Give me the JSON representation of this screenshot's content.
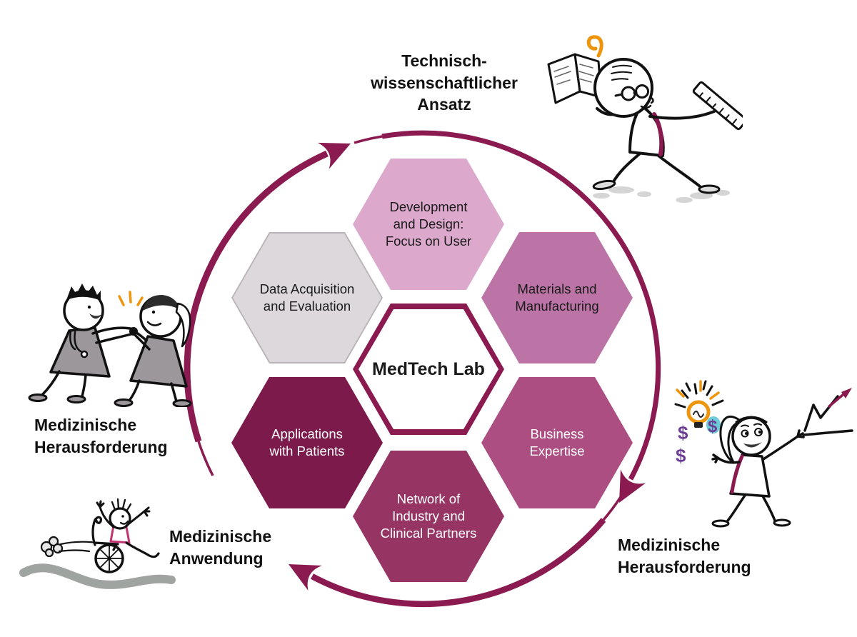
{
  "colors": {
    "accent": "#8B1A51",
    "orange": "#EF940D",
    "figure_gray": "#9B979B",
    "hex_development": "#DCA9CC",
    "hex_data": "#DDD8DB",
    "hex_data_border": "#B9B2B6",
    "hex_materials": "#BC74A6",
    "hex_applications": "#7C1B4B",
    "hex_business": "#AD4E83",
    "hex_network": "#963463",
    "hex_medtech_fill": "#FFFFFF",
    "text_dark": "#1A1A1A",
    "text_light": "#FFFFFF"
  },
  "center": {
    "label": "MedTech Lab"
  },
  "hexagons": [
    {
      "id": "data-acquisition",
      "label": "Data Acquisition\nand Evaluation"
    },
    {
      "id": "development-design",
      "label": "Development\nand Design:\nFocus on User"
    },
    {
      "id": "materials-manufacturing",
      "label": "Materials and\nManufacturing"
    },
    {
      "id": "applications-patients",
      "label": "Applications\nwith Patients"
    },
    {
      "id": "business-expertise",
      "label": "Business\nExpertise"
    },
    {
      "id": "network-partners",
      "label": "Network of\nIndustry and\nClinical Partners"
    }
  ],
  "outer_labels": {
    "top": "Technisch-\nwissenschaftlicher\nAnsatz",
    "left": "Medizinische\nHerausforderung",
    "bottom_left": "Medizinische\nAnwendung",
    "bottom_right": "Medizinische\nHerausforderung"
  },
  "figures": {
    "top_right": "scientist-reading-figure",
    "left": "handshake-figures",
    "bottom_left": "wheelchair-figure",
    "right": "idea-growth-figure",
    "dollar_symbol": "$"
  }
}
